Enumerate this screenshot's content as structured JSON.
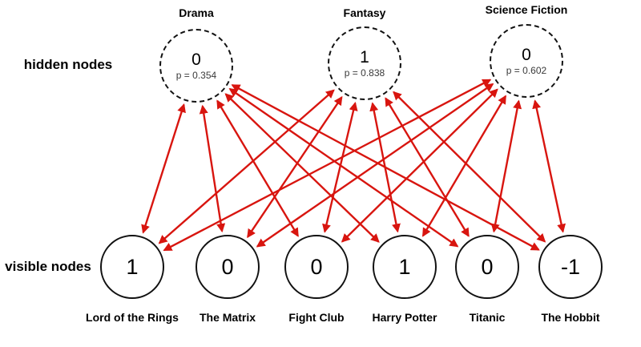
{
  "labels": {
    "hidden": "hidden nodes",
    "visible": "visible nodes"
  },
  "hidden_nodes": [
    {
      "name": "Drama",
      "value": "0",
      "p": "p = 0.354"
    },
    {
      "name": "Fantasy",
      "value": "1",
      "p": "p = 0.838"
    },
    {
      "name": "Science Fiction",
      "value": "0",
      "p": "p = 0.602"
    }
  ],
  "visible_nodes": [
    {
      "name": "Lord of the Rings",
      "value": "1"
    },
    {
      "name": "The Matrix",
      "value": "0"
    },
    {
      "name": "Fight Club",
      "value": "0"
    },
    {
      "name": "Harry Potter",
      "value": "1"
    },
    {
      "name": "Titanic",
      "value": "0"
    },
    {
      "name": "The Hobbit",
      "value": "-1"
    }
  ],
  "style": {
    "arrow_color": "#d8150f",
    "node_border_color": "#111111"
  }
}
